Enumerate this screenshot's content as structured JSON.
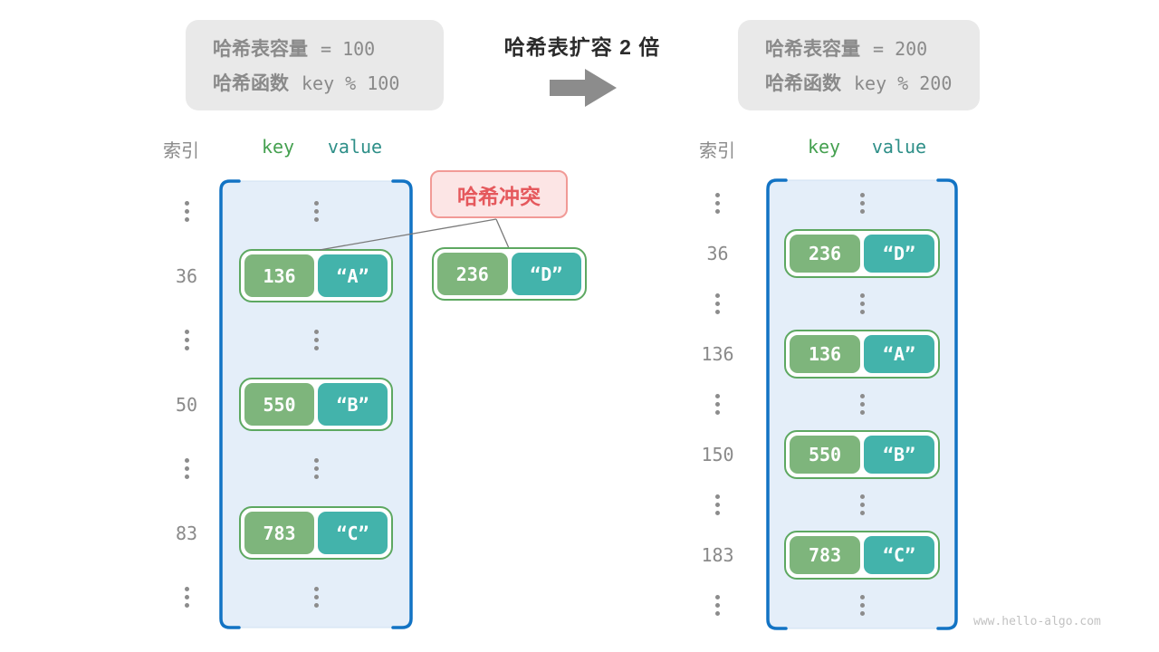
{
  "colors": {
    "key_green": "#7eb57c",
    "value_teal": "#43b3ab",
    "pair_border": "#5da861",
    "header_key": "#44a04f",
    "header_value": "#2e8f88",
    "container_bg": "#e4eef9",
    "container_border": "#1273c4",
    "container_edge": "#cfe0f2",
    "gray_text": "#8a8a8a",
    "info_bg": "#e9e9e9",
    "title_text": "#2b2b2b",
    "arrow_gray": "#8c8c8c",
    "collision_bg": "#fce5e5",
    "collision_border": "#f19a96",
    "collision_text": "#e5585c",
    "line_gray": "#7a7a7a",
    "watermark": "#c2c2c2",
    "pair_text": "#ffffff",
    "dot_gray": "#8c8c8c"
  },
  "title": "哈希表扩容 2 倍",
  "info_left": {
    "capacity_label": "哈希表容量",
    "capacity_value": "= 100",
    "func_label": "哈希函数",
    "func_value": "key % 100"
  },
  "info_right": {
    "capacity_label": "哈希表容量",
    "capacity_value": "= 200",
    "func_label": "哈希函数",
    "func_value": "key % 200"
  },
  "headers": {
    "index": "索引",
    "key": "key",
    "value": "value"
  },
  "collision": {
    "label": "哈希冲突",
    "pair": {
      "key": "236",
      "value": "“D”"
    }
  },
  "left_table": {
    "rows": [
      {
        "type": "dots"
      },
      {
        "type": "pair",
        "index": "36",
        "key": "136",
        "value": "“A”"
      },
      {
        "type": "dots"
      },
      {
        "type": "pair",
        "index": "50",
        "key": "550",
        "value": "“B”"
      },
      {
        "type": "dots"
      },
      {
        "type": "pair",
        "index": "83",
        "key": "783",
        "value": "“C”"
      },
      {
        "type": "dots"
      }
    ]
  },
  "right_table": {
    "rows": [
      {
        "type": "dots"
      },
      {
        "type": "pair",
        "index": "36",
        "key": "236",
        "value": "“D”"
      },
      {
        "type": "dots"
      },
      {
        "type": "pair",
        "index": "136",
        "key": "136",
        "value": "“A”"
      },
      {
        "type": "dots"
      },
      {
        "type": "pair",
        "index": "150",
        "key": "550",
        "value": "“B”"
      },
      {
        "type": "dots"
      },
      {
        "type": "pair",
        "index": "183",
        "key": "783",
        "value": "“C”"
      },
      {
        "type": "dots"
      }
    ]
  },
  "watermark": "www.hello-algo.com"
}
